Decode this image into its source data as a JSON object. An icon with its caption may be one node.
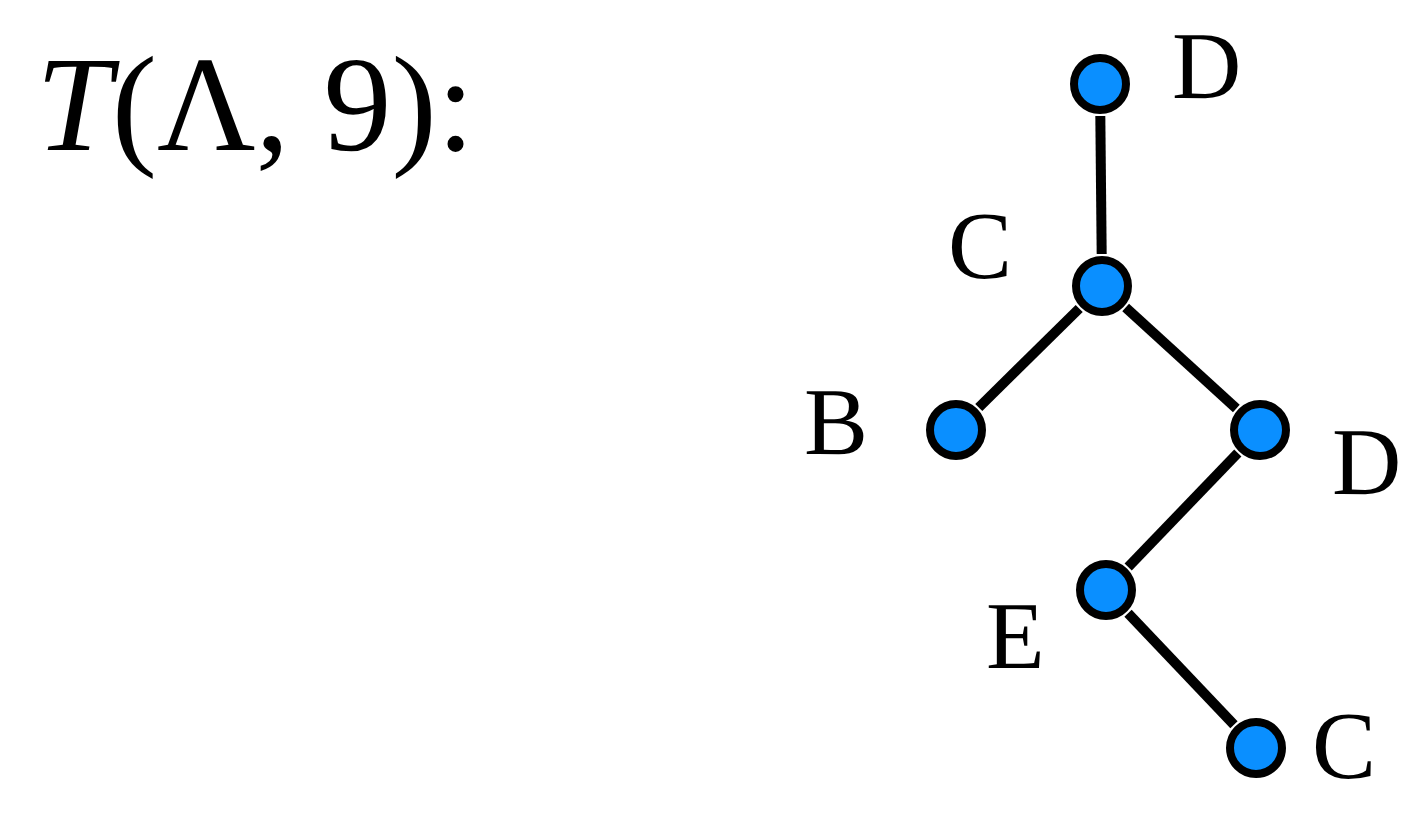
{
  "diagram": {
    "title": "*T*(Λ, 9):",
    "nodes": [
      {
        "text": [],
        "shape": "circle",
        "beside": [
          "D"
        ]
      },
      {
        "text": [],
        "shape": "circle",
        "beside": [
          "C"
        ]
      },
      {
        "text": [],
        "shape": "circle",
        "beside": [
          "B"
        ]
      },
      {
        "text": [],
        "shape": "circle",
        "beside": [
          "D"
        ]
      },
      {
        "text": [],
        "shape": "circle",
        "beside": [
          "E"
        ]
      },
      {
        "text": [],
        "shape": "circle",
        "beside": [
          "C"
        ]
      }
    ],
    "edges": [
      {
        "from": 0,
        "to": 1,
        "arrow": "none"
      },
      {
        "from": 1,
        "to": 2,
        "arrow": "none"
      },
      {
        "from": 1,
        "to": 3,
        "arrow": "none"
      },
      {
        "from": 3,
        "to": 4,
        "arrow": "none"
      },
      {
        "from": 4,
        "to": 5,
        "arrow": "none"
      }
    ]
  }
}
